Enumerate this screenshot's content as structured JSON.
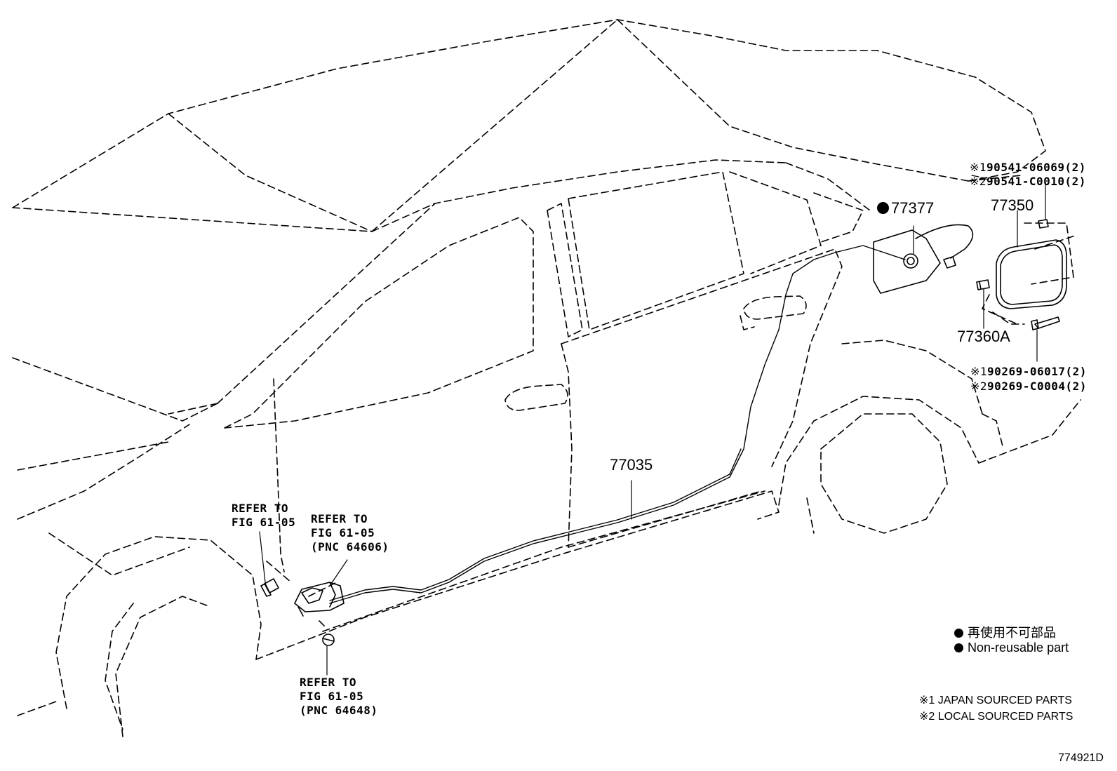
{
  "labels": {
    "p77377": "77377",
    "p77350": "77350",
    "p77360A": "77360A",
    "p77035": "77035",
    "p1_90541": "90541-06069(2)",
    "p2_90541": "90541-C0010(2)",
    "p1_90269": "90269-06017(2)",
    "p2_90269": "90269-C0004(2)",
    "mark1": "※1",
    "mark2": "※2"
  },
  "refs": {
    "ref1": {
      "l1": "REFER TO",
      "l2": "FIG 61-05"
    },
    "ref2": {
      "l1": "REFER TO",
      "l2": "FIG 61-05",
      "l3": "(PNC 64606)"
    },
    "ref3": {
      "l1": "REFER TO",
      "l2": "FIG 61-05",
      "l3": "(PNC 64648)"
    }
  },
  "legend": {
    "jp": "再使用不可部品",
    "en": "Non-reusable part"
  },
  "notes": {
    "n1": "※1 JAPAN SOURCED PARTS",
    "n2": "※2 LOCAL SOURCED PARTS"
  },
  "figure_id": "774921D"
}
